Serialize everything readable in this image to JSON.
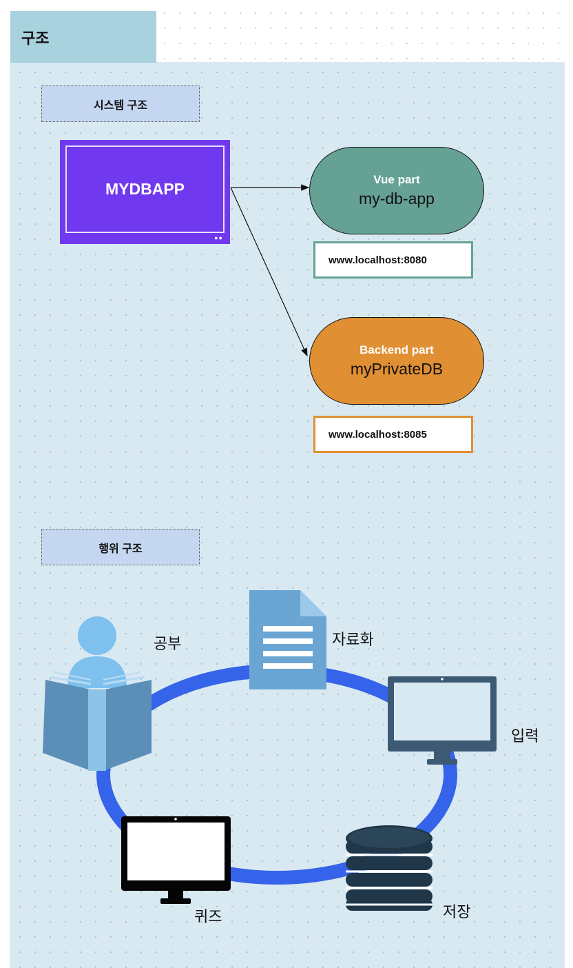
{
  "frame": {
    "title": "구조"
  },
  "system": {
    "label": "시스템 구조",
    "app_name": "MYDBAPP",
    "vue": {
      "sub": "Vue part",
      "name": "my-db-app",
      "url": "www.localhost:8080",
      "color": "#65a195",
      "border_color": "#65a195"
    },
    "backend": {
      "sub": "Backend part",
      "name": "myPrivateDB",
      "url": "www.localhost:8085",
      "color": "#e08f33",
      "border_color": "#e08f33"
    },
    "app_color": "#7038ef"
  },
  "behavior": {
    "label": "행위 구조",
    "cycle_color": "#3563e9",
    "steps": [
      {
        "label": "공부",
        "icon": "reading-person-icon"
      },
      {
        "label": "자료화",
        "icon": "document-icon"
      },
      {
        "label": "입력",
        "icon": "monitor-icon"
      },
      {
        "label": "저장",
        "icon": "database-icon"
      },
      {
        "label": "퀴즈",
        "icon": "monitor-icon"
      }
    ]
  }
}
